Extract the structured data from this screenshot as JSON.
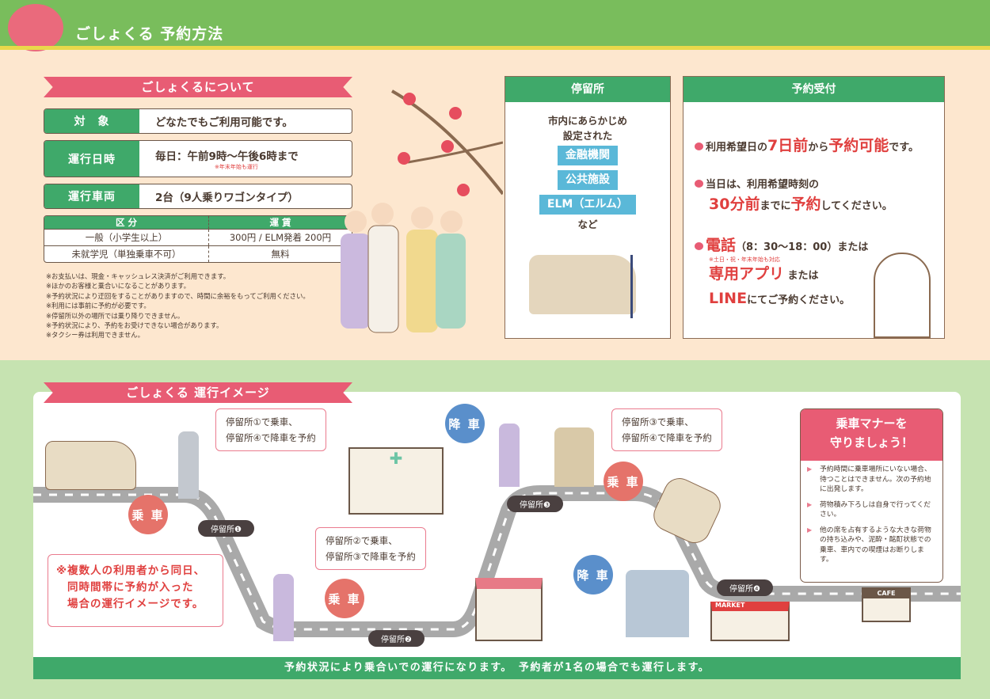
{
  "header": {
    "title": "ごしょくる 予約方法"
  },
  "about": {
    "ribbon": "ごしょくるについて",
    "rows": [
      {
        "label": "対　象",
        "value": "どなたでもご利用可能です。"
      },
      {
        "label": "運行日時",
        "value": "毎日：午前9時～午後6時まで",
        "note": "※年末年始も運行"
      },
      {
        "label": "運行車両",
        "value": "2台（9人乗りワゴンタイプ）"
      }
    ],
    "fare": {
      "headers": [
        "区 分",
        "運 賃"
      ],
      "rows": [
        [
          "一般（小学生以上）",
          "300円 / ELM発着 200円"
        ],
        [
          "未就学児（単独乗車不可）",
          "無料"
        ]
      ]
    },
    "notes": [
      "※お支払いは、現金・キャッシュレス決済がご利用できます。",
      "※ほかのお客様と乗合いになることがあります。",
      "※予約状況により迂回をすることがありますので、時間に余裕をもってご利用ください。",
      "※利用には事前に予約が必要です。",
      "※停留所以外の場所では乗り降りできません。",
      "※予約状況により、予約をお受けできない場合があります。",
      "※タクシー券は利用できません。"
    ]
  },
  "stops": {
    "title": "停留所",
    "intro1": "市内にあらかじめ",
    "intro2": "設定された",
    "tags": [
      "金融機関",
      "公共施設",
      "ELM（エルム）"
    ],
    "etc": "など"
  },
  "reservation": {
    "title": "予約受付",
    "line1": {
      "a": "利用希望日の",
      "b": "7日前",
      "c": "から",
      "d": "予約可能",
      "e": "です。"
    },
    "line2": {
      "a": "当日は、利用希望時刻の",
      "b": "30分前",
      "c": "までに",
      "d": "予約",
      "e": "してください。"
    },
    "line3": {
      "a": "電話",
      "b": "（8：30～18：00）または",
      "note": "※土日・祝・年末年始も対応",
      "c": "専用アプリ",
      "d": "または",
      "e": "LINE",
      "f": "にてご予約ください。"
    }
  },
  "operation": {
    "ribbon": "ごしょくる 運行イメージ",
    "bubbles": [
      [
        "停留所①で乗車、",
        "停留所④で降車を予約"
      ],
      [
        "停留所②で乗車、",
        "停留所③で降車を予約"
      ],
      [
        "停留所③で乗車、",
        "停留所④で降車を予約"
      ]
    ],
    "ride": "乗 車",
    "drop": "降 車",
    "stops": [
      "停留所❶",
      "停留所❷",
      "停留所❸",
      "停留所❹"
    ],
    "explain": [
      "※複数人の利用者から同日、",
      "同時間帯に予約が入った",
      "場合の運行イメージです。"
    ],
    "market": "MARKET",
    "cafe": "CAFE",
    "manners": {
      "title1": "乗車マナーを",
      "title2": "守りましょう！",
      "items": [
        "予約時間に乗車場所にいない場合、待つことはできません。次の予約地に出発します。",
        "荷物積み下ろしは自身で行ってください。",
        "他の席を占有するような大きな荷物の持ち込みや、泥酔・酩酊状態での乗車、車内での喫煙はお断りします。"
      ]
    },
    "footer": "予約状況により乗合いでの運行になります。　予約者が1名の場合でも運行します。"
  }
}
